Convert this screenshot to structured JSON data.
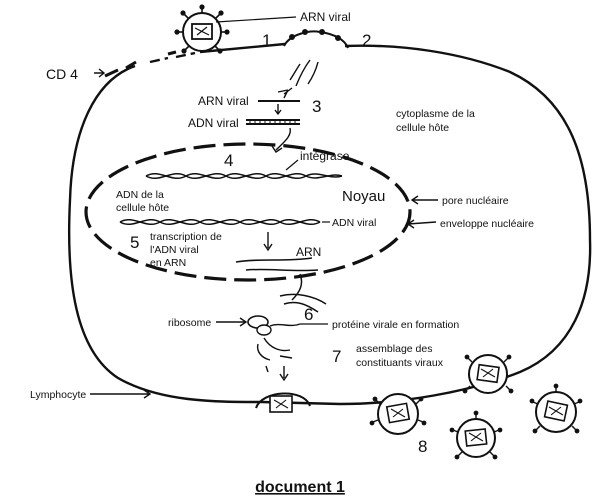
{
  "labels": {
    "arn_viral_top": "ARN viral",
    "cd4": "CD 4",
    "arn_viral_mid": "ARN viral",
    "adn_viral_mid": "ADN viral",
    "cytoplasm_line1": "cytoplasme de la",
    "cytoplasm_line2": "cellule hôte",
    "integrase": "intégrase",
    "noyau": "Noyau",
    "pore_nucleaire": "pore nucléaire",
    "enveloppe_nucleaire": "enveloppe nucléaire",
    "adn_cellule_line1": "ADN de la",
    "adn_cellule_line2": "cellule hôte",
    "adn_viral_nucleus": "ADN viral",
    "transcription_line1": "transcription de",
    "transcription_line2": "l'ADN viral",
    "transcription_line3": "en ARN",
    "arn": "ARN",
    "ribosome": "ribosome",
    "proteine_virale": "protéine virale en formation",
    "assemblage_line1": "assemblage des",
    "assemblage_line2": "constituants viraux",
    "lymphocyte": "Lymphocyte",
    "caption": "document 1"
  },
  "steps": [
    "1",
    "2",
    "3",
    "4",
    "5",
    "6",
    "7",
    "8"
  ]
}
